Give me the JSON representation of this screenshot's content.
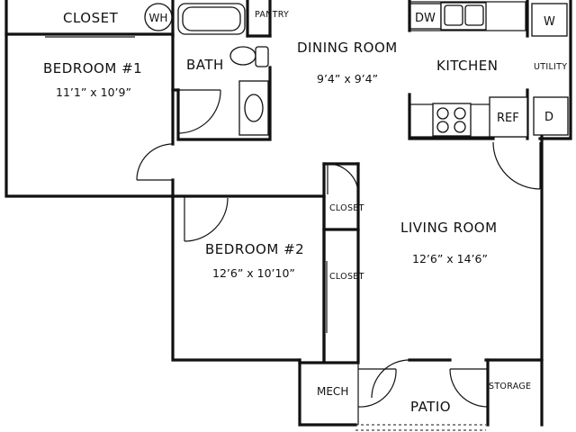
{
  "rooms": {
    "closet_top": "CLOSET",
    "water_heater": "WH",
    "bath": "BATH",
    "pantry": "PANTRY",
    "dining_room": "DINING ROOM",
    "dining_room_dim": "9’4” x 9’4”",
    "kitchen": "KITCHEN",
    "utility": "UTILITY",
    "bedroom1": "BEDROOM #1",
    "bedroom1_dim": "11’1” x 10’9”",
    "bedroom2": "BEDROOM #2",
    "bedroom2_dim": "12’6” x 10’10”",
    "closet_a": "CLOSET",
    "closet_b": "CLOSET",
    "living_room": "LIVING ROOM",
    "living_room_dim": "12’6” x 14’6”",
    "mech": "MECH",
    "patio": "PATIO",
    "storage": "STORAGE"
  },
  "appliances": {
    "dishwasher": "DW",
    "washer": "W",
    "refrigerator": "REF",
    "dryer": "D"
  }
}
